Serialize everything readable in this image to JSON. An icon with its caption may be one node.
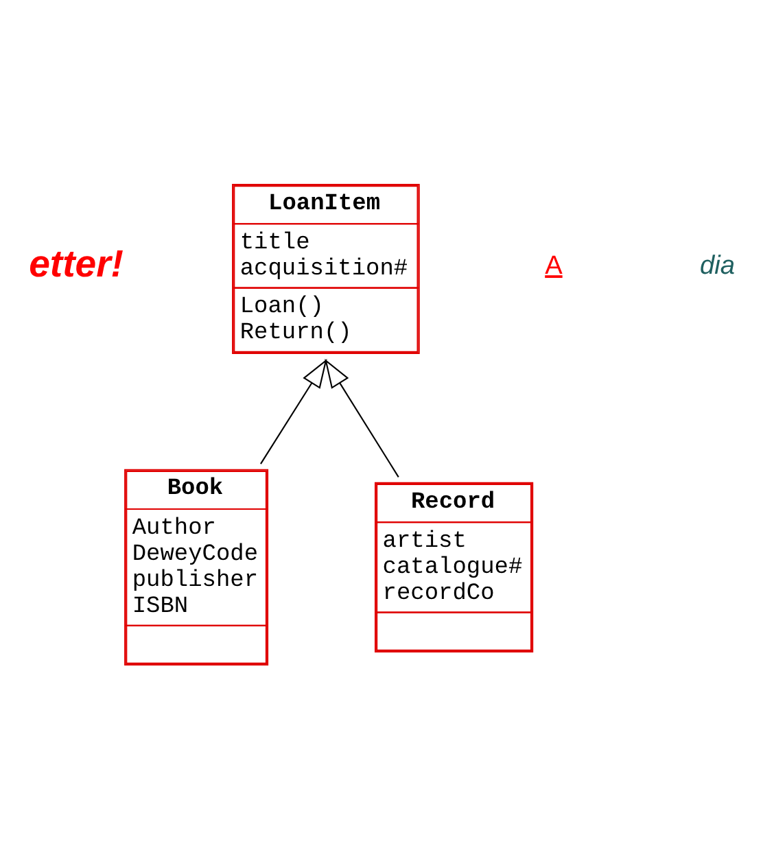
{
  "diagram": {
    "nodes": [
      {
        "text": [
          "LoanItem",
          "title acquisition#",
          "Loan() Return()"
        ]
      },
      {
        "text": [
          "Book",
          "Author DeweyCode publisher ISBN"
        ]
      },
      {
        "text": [
          "Record",
          "artist catalogue# recordCo"
        ]
      }
    ],
    "edges": [
      {
        "from": 1,
        "to": 0,
        "arrow": "to"
      },
      {
        "from": 2,
        "to": 0,
        "arrow": "to"
      }
    ],
    "labels": [
      "etter!",
      "A",
      "dia"
    ]
  }
}
